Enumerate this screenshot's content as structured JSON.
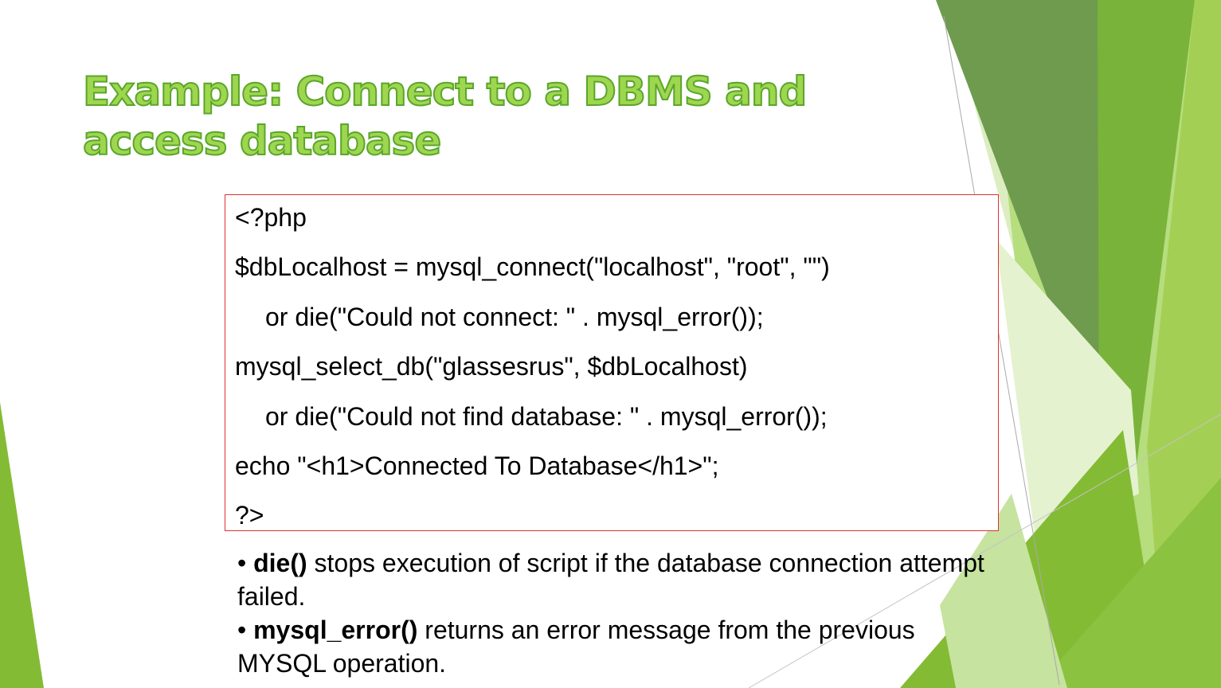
{
  "slide": {
    "title": "Example: Connect to a DBMS and access database",
    "colors": {
      "title_fill": "#9ed64f",
      "title_outline": "#5aa62a",
      "code_border": "#e03030",
      "green_light": "#b6dd7e",
      "green_mid": "#84bb34",
      "green_dark": "#5d9a36"
    }
  },
  "code": {
    "lines": [
      "<?php",
      "$dbLocalhost = mysql_connect(\"localhost\", \"root\", \"\")",
      "or die(\"Could not connect: \" . mysql_error());",
      "mysql_select_db(\"glassesrus\", $dbLocalhost)",
      "or die(\"Could not find database: \" . mysql_error());",
      "echo \"<h1>Connected To Database</h1>\";",
      "?>"
    ]
  },
  "notes": [
    {
      "bullet": "•",
      "term": "die()",
      "text": "stops execution of script if the database connection attempt failed."
    },
    {
      "bullet": "•",
      "term": "mysql_error()",
      "text": "returns an error message from the previous MYSQL operation."
    }
  ]
}
